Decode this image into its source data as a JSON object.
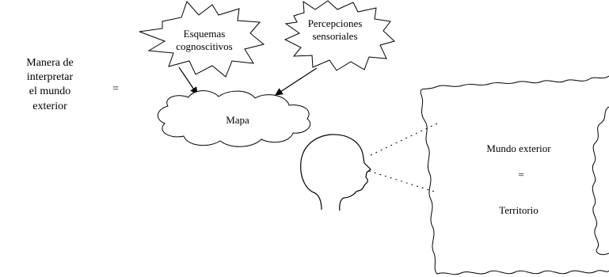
{
  "left": {
    "text": "Manera de\ninterpretar\nel mundo\nexterior",
    "equals": "="
  },
  "bursts": {
    "schemes": "Esquemas\ncognoscitivos",
    "perceptions": "Percepciones\nsensoriales"
  },
  "map": {
    "label": "Mapa"
  },
  "world": {
    "title": "Mundo exterior",
    "equals": "=",
    "subtitle": "Territorio"
  }
}
